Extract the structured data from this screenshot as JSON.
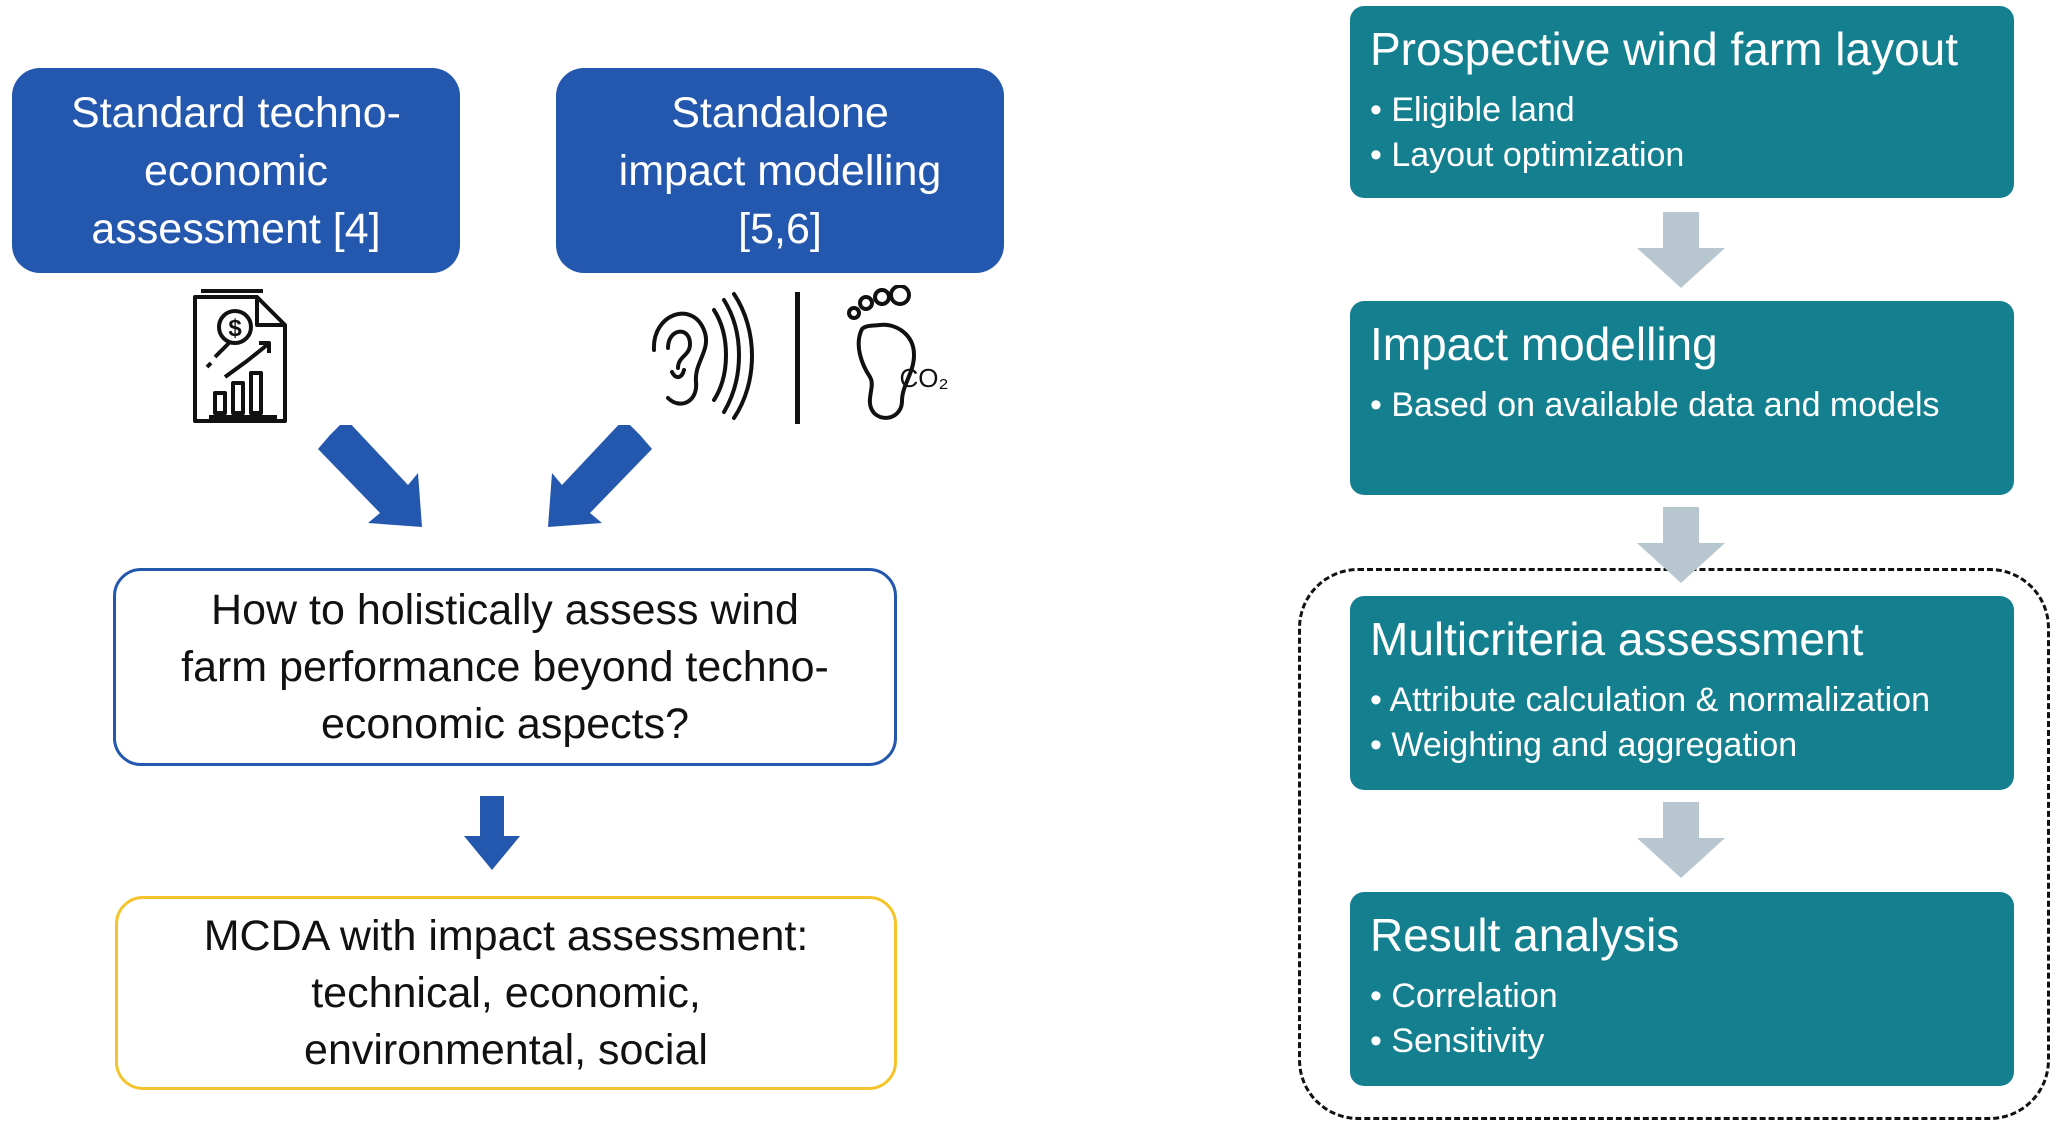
{
  "left": {
    "box_tea": {
      "lines": [
        "Standard techno-",
        "economic",
        "assessment [4]"
      ]
    },
    "box_impact": {
      "lines": [
        "Standalone",
        "impact modelling",
        "[5,6]"
      ]
    },
    "question": {
      "lines": [
        "How to holistically assess wind",
        "farm performance beyond techno-",
        "economic aspects?"
      ]
    },
    "mcda": {
      "lines": [
        "MCDA with impact assessment:",
        "technical, economic,",
        "environmental, social"
      ]
    },
    "icons": {
      "report": "financial-report-icon",
      "ear": "noise-ear-icon",
      "footprint": "co2-footprint-icon",
      "co2_label": "CO₂"
    }
  },
  "right": {
    "steps": [
      {
        "title": "Prospective wind farm layout",
        "bullets": [
          "Eligible land",
          "Layout optimization"
        ]
      },
      {
        "title": "Impact modelling",
        "bullets": [
          "Based on available data and models"
        ]
      },
      {
        "title": "Multicriteria assessment",
        "bullets": [
          "Attribute calculation & normalization",
          "Weighting and aggregation"
        ]
      },
      {
        "title": "Result analysis",
        "bullets": [
          "Correlation",
          "Sensitivity"
        ]
      }
    ]
  },
  "colors": {
    "blue_box": "#2457ae",
    "teal_box": "#14808f",
    "gray_arrow": "#b7c6cf",
    "blue_arrow": "#2457ae",
    "question_border": "#2457ae",
    "mcda_border": "#f5c42c"
  }
}
